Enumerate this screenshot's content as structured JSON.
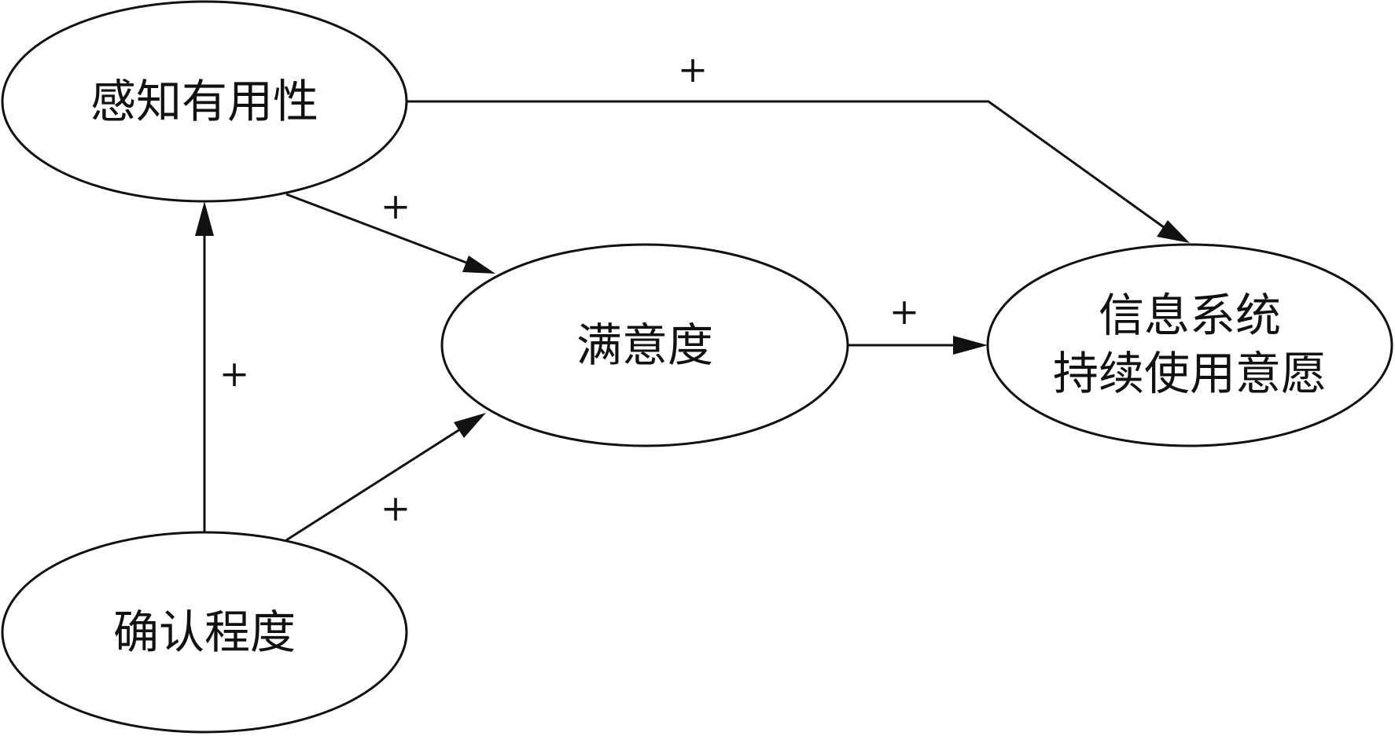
{
  "diagram": {
    "nodes": {
      "perceived_usefulness": {
        "label": "感知有用性"
      },
      "satisfaction": {
        "label": "满意度"
      },
      "confirmation": {
        "label": "确认程度"
      },
      "continuance_intention": {
        "lines": [
          "信息系统",
          "持续使用意愿"
        ]
      }
    },
    "edges": [
      {
        "from": "perceived_usefulness",
        "to": "continuance_intention",
        "sign": "+"
      },
      {
        "from": "perceived_usefulness",
        "to": "satisfaction",
        "sign": "+"
      },
      {
        "from": "satisfaction",
        "to": "continuance_intention",
        "sign": "+"
      },
      {
        "from": "confirmation",
        "to": "perceived_usefulness",
        "sign": "+"
      },
      {
        "from": "confirmation",
        "to": "satisfaction",
        "sign": "+"
      }
    ],
    "colors": {
      "stroke": "#111111",
      "background": "#ffffff"
    }
  }
}
